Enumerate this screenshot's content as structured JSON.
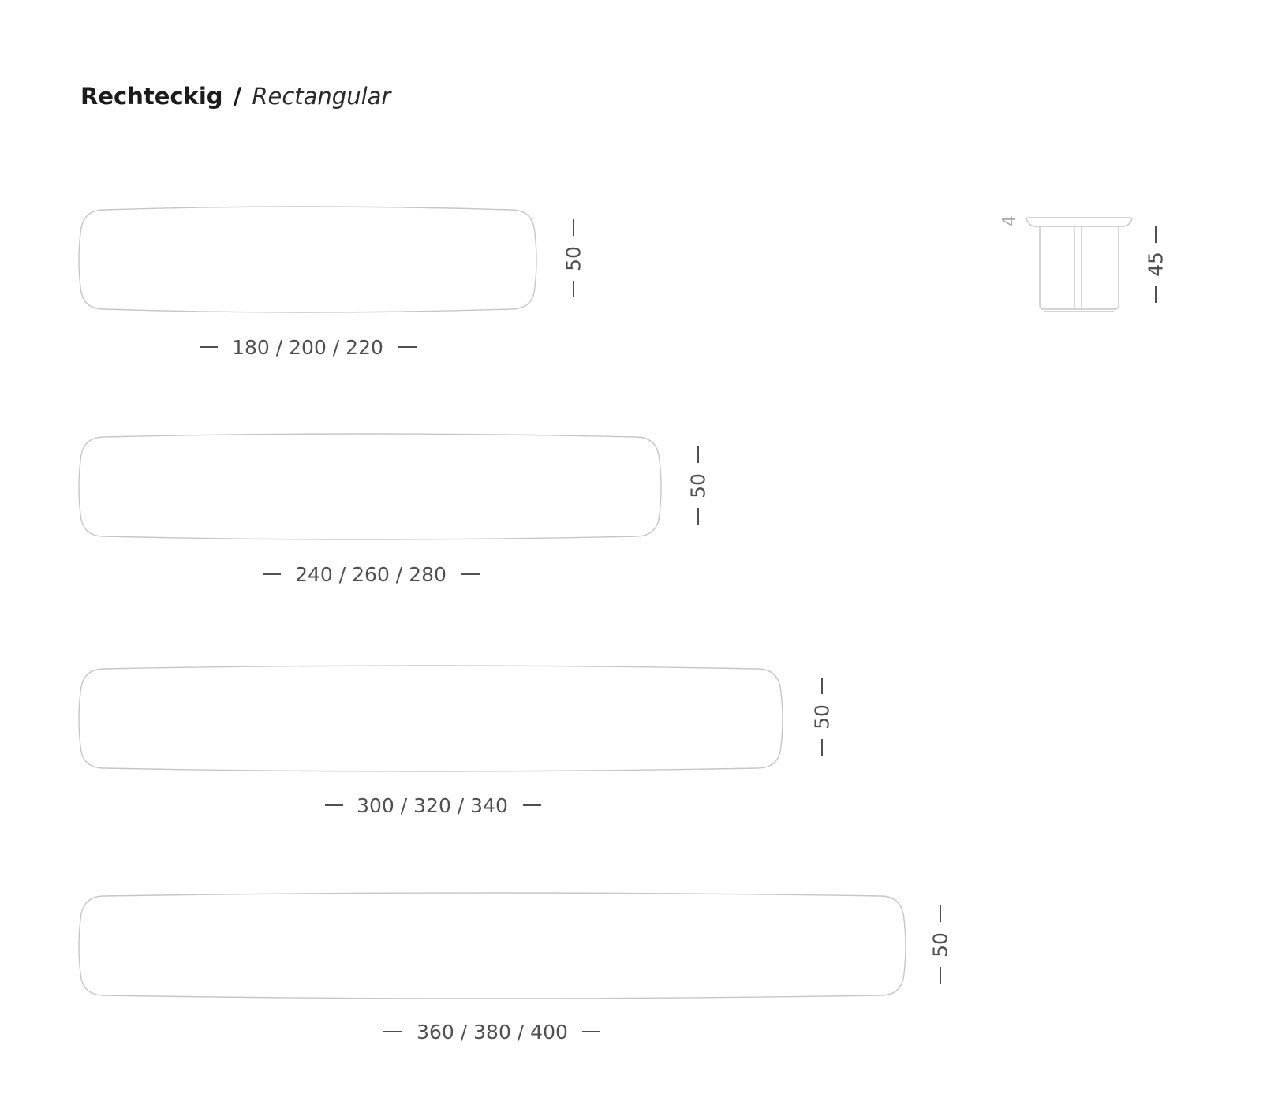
{
  "title": {
    "de": "Rechteckig",
    "separator": "/",
    "en": "Rectangular"
  },
  "tables": [
    {
      "length_label": "180 / 200 / 220",
      "depth_label": "50"
    },
    {
      "length_label": "240 / 260 / 280",
      "depth_label": "50"
    },
    {
      "length_label": "300 / 320 / 340",
      "depth_label": "50"
    },
    {
      "length_label": "360 / 380 / 400",
      "depth_label": "50"
    }
  ],
  "side_view": {
    "top_thickness_label": "4",
    "height_label": "45"
  },
  "colors": {
    "outline": "#c6c6c6",
    "dimension_text": "#505050",
    "title_text": "#1c1c1c"
  }
}
